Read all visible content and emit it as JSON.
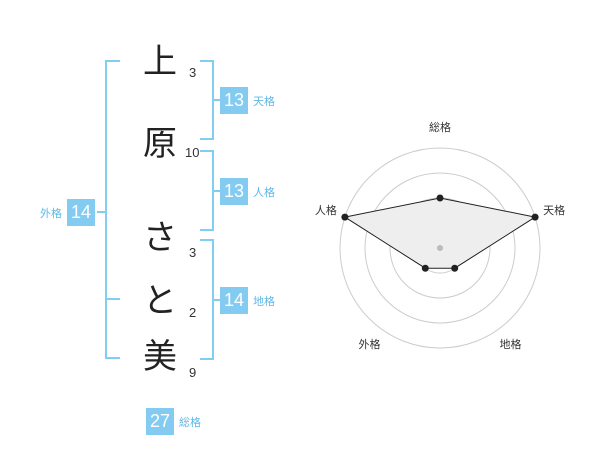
{
  "name": {
    "chars": [
      "上",
      "原",
      "さ",
      "と",
      "美"
    ],
    "strokes": [
      "3",
      "10",
      "3",
      "2",
      "9"
    ]
  },
  "fortunes": {
    "tenkaku": {
      "value": "13",
      "label": "天格"
    },
    "jinkaku": {
      "value": "13",
      "label": "人格"
    },
    "chikaku": {
      "value": "14",
      "label": "地格"
    },
    "gaikaku": {
      "value": "14",
      "label": "外格"
    },
    "soukaku": {
      "value": "27",
      "label": "総格"
    }
  },
  "chart_data": {
    "type": "radar",
    "axes": [
      "総格",
      "天格",
      "地格",
      "外格",
      "人格"
    ],
    "values": [
      2,
      4,
      1,
      1,
      4
    ],
    "max": 4,
    "rings": 4,
    "colors": {
      "fill": "#eeeeee",
      "stroke": "#222222",
      "rings": "#cccccc",
      "center": "#bbbbbb"
    }
  }
}
